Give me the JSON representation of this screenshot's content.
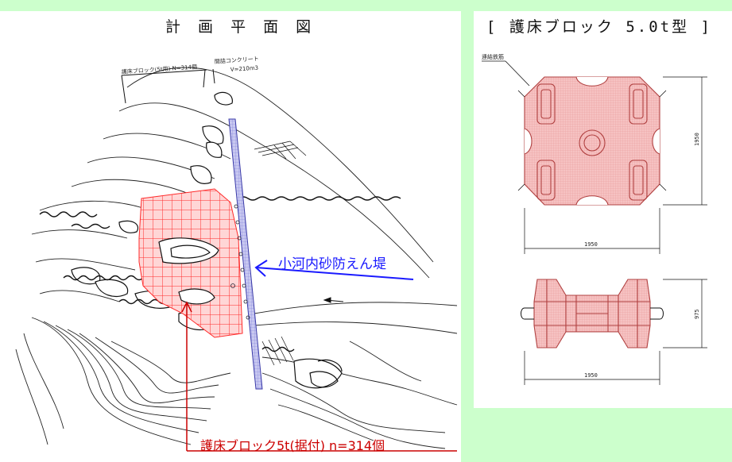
{
  "colors": {
    "background": "#ccffcc",
    "panel": "#ffffff",
    "block_fill": "#f4b8b8",
    "grid_red": "#ff2a2a",
    "dam_blue": "#5a5ac8",
    "callout_blue": "#1a1aff",
    "callout_red": "#cc0000"
  },
  "plan": {
    "title": "計 画 平 面 図",
    "note_block": "護床ブロック(5t用) N=314個",
    "note_concrete": "間詰コンクリート",
    "note_volume": "V=210m3",
    "dam_label": "小河内砂防えん堤",
    "block_label": "護床ブロック5t(据付) n=314個"
  },
  "detail": {
    "title": "[ 護床ブロック 5.0t型 ]",
    "rebar_label": "連結鉄筋",
    "top_view": {
      "width_label": "1950",
      "height_label": "1950"
    },
    "side_view": {
      "width_label": "1950",
      "height_label": "975"
    }
  }
}
